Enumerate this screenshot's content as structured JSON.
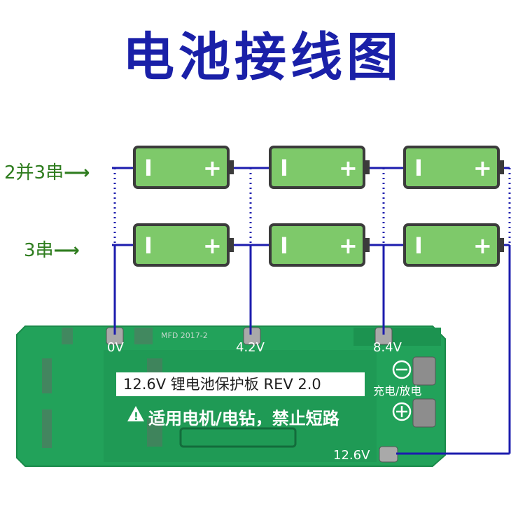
{
  "title": "电池接线图",
  "row_labels": {
    "parallel": "2并3串",
    "series": "3串",
    "arrow": "⟶"
  },
  "battery": {
    "minus_symbol": "I",
    "plus_symbol": "+"
  },
  "board": {
    "pad_labels": [
      "0V",
      "4.2V",
      "8.4V",
      "12.6V"
    ],
    "title": "12.6V 锂电池保护板 REV 2.0",
    "warning": "适用电机/电钻，禁止短路",
    "warning_symbol": "!",
    "charge_label": "充电/放电",
    "silk_text": "MFD 2017-2"
  },
  "colors": {
    "title": "#1a20a8",
    "label": "#2f7d1f",
    "wire": "#1c1cae",
    "battery_fill": "#7ec96a",
    "battery_border": "#3b3b3b",
    "pcb": "#22a25a"
  }
}
